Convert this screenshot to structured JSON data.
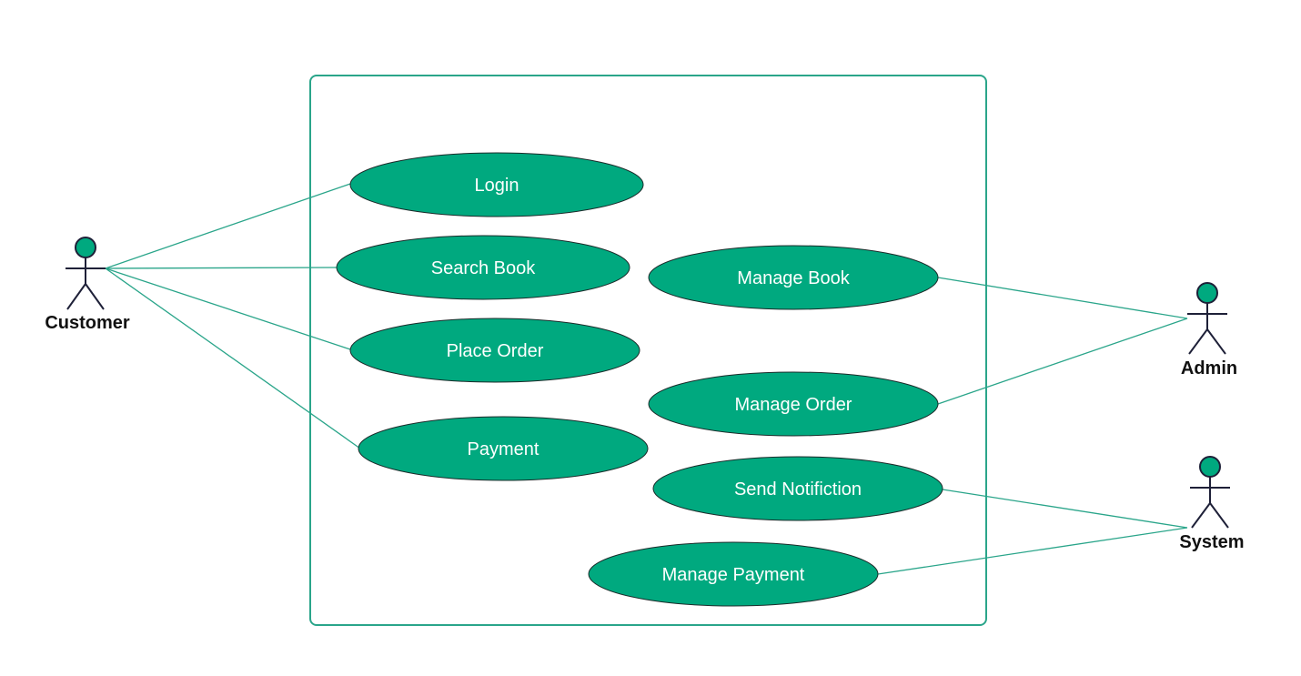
{
  "colors": {
    "usecase_fill": "#00a97f",
    "usecase_stroke": "#1c2b2a",
    "boundary_stroke": "#2aa58a",
    "association_line": "#2aa58a",
    "actor_head_fill": "#00a97f",
    "actor_stroke": "#1e2038",
    "use_case_text": "#ffffff",
    "actor_text": "#111111"
  },
  "actors": {
    "customer": {
      "label": "Customer"
    },
    "admin": {
      "label": "Admin"
    },
    "system": {
      "label": "System"
    }
  },
  "use_cases": {
    "login": {
      "label": "Login"
    },
    "search_book": {
      "label": "Search Book"
    },
    "place_order": {
      "label": "Place Order"
    },
    "payment": {
      "label": "Payment"
    },
    "manage_book": {
      "label": "Manage Book"
    },
    "manage_order": {
      "label": "Manage Order"
    },
    "send_notification": {
      "label": "Send Notifiction"
    },
    "manage_payment": {
      "label": "Manage Payment"
    }
  },
  "associations": [
    {
      "actor": "customer",
      "use_case": "login"
    },
    {
      "actor": "customer",
      "use_case": "search_book"
    },
    {
      "actor": "customer",
      "use_case": "place_order"
    },
    {
      "actor": "customer",
      "use_case": "payment"
    },
    {
      "actor": "admin",
      "use_case": "manage_book"
    },
    {
      "actor": "admin",
      "use_case": "manage_order"
    },
    {
      "actor": "system",
      "use_case": "send_notification"
    },
    {
      "actor": "system",
      "use_case": "manage_payment"
    }
  ]
}
